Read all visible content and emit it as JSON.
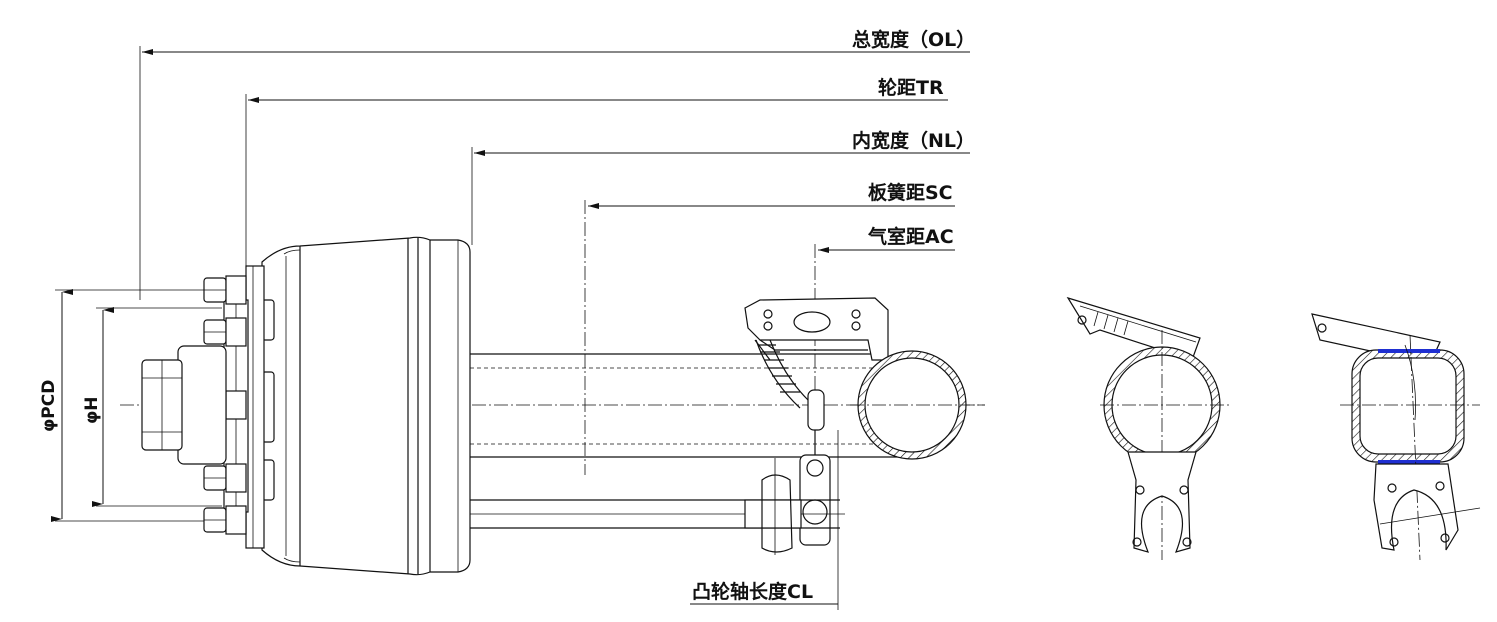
{
  "labels": {
    "overall_width": "总宽度（OL）",
    "track": "轮距TR",
    "inner_width": "内宽度（NL）",
    "spring_center": "板簧距SC",
    "chamber_center": "气室距AC",
    "camshaft_length": "凸轮轴长度CL",
    "pcd": "φPCD",
    "hub_diameter": "φH"
  }
}
